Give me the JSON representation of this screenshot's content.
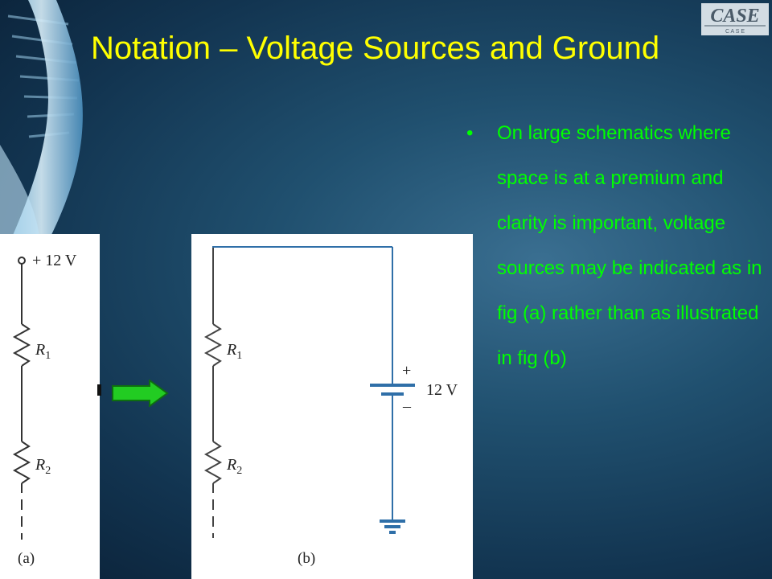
{
  "slide": {
    "title": "Notation – Voltage Sources and Ground",
    "logo_text_top": "CASE",
    "logo_text_bottom": "C A S E",
    "bullet": "On large schematics where space is at a premium and clarity is important, voltage sources may be indicated as in fig (a) rather than as illustrated in fig (b)",
    "colors": {
      "title": "#ffff00",
      "bullet": "#00ff00",
      "circuit": "#333333",
      "wire_b": "#2f6fa8",
      "arrow": "#22cc22"
    }
  },
  "fig_a": {
    "caption": "(a)",
    "source_label": "+ 12 V",
    "r1_main": "R",
    "r1_sub": "1",
    "r2_main": "R",
    "r2_sub": "2"
  },
  "fig_b": {
    "caption": "(b)",
    "r1_main": "R",
    "r1_sub": "1",
    "r2_main": "R",
    "r2_sub": "2",
    "plus": "+",
    "minus": "–",
    "battery_label": "12 V"
  },
  "icons": {
    "arrow": "right-arrow-icon",
    "ground": "ground-icon"
  }
}
